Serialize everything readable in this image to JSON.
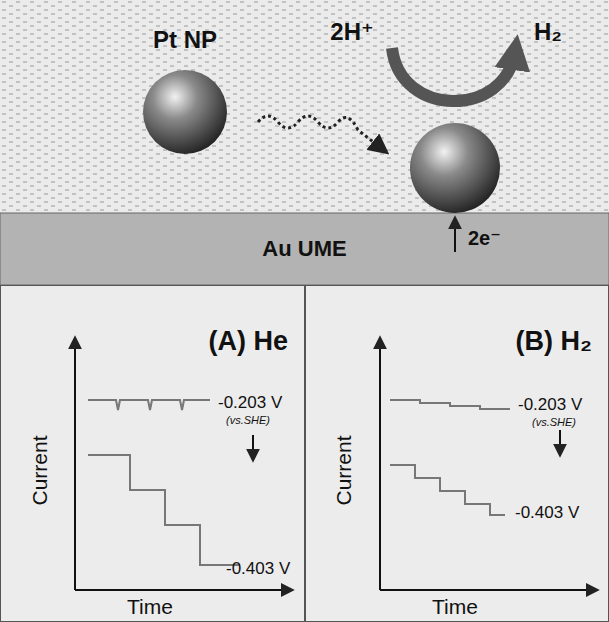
{
  "diagram": {
    "nodes": [
      {
        "text": [
          "Au UME"
        ]
      },
      {
        "text": [
          "(A) He"
        ]
      },
      {
        "text": [
          "(B) H₂"
        ]
      }
    ],
    "labels": [
      "Pt NP",
      "2H⁺",
      "H₂",
      "2e⁻",
      "Current",
      "Time",
      "-0.203 V",
      "(vs.SHE)",
      "-0.403 V",
      "Current",
      "Time",
      "-0.203 V",
      "(vs.SHE)",
      "-0.403 V"
    ]
  }
}
